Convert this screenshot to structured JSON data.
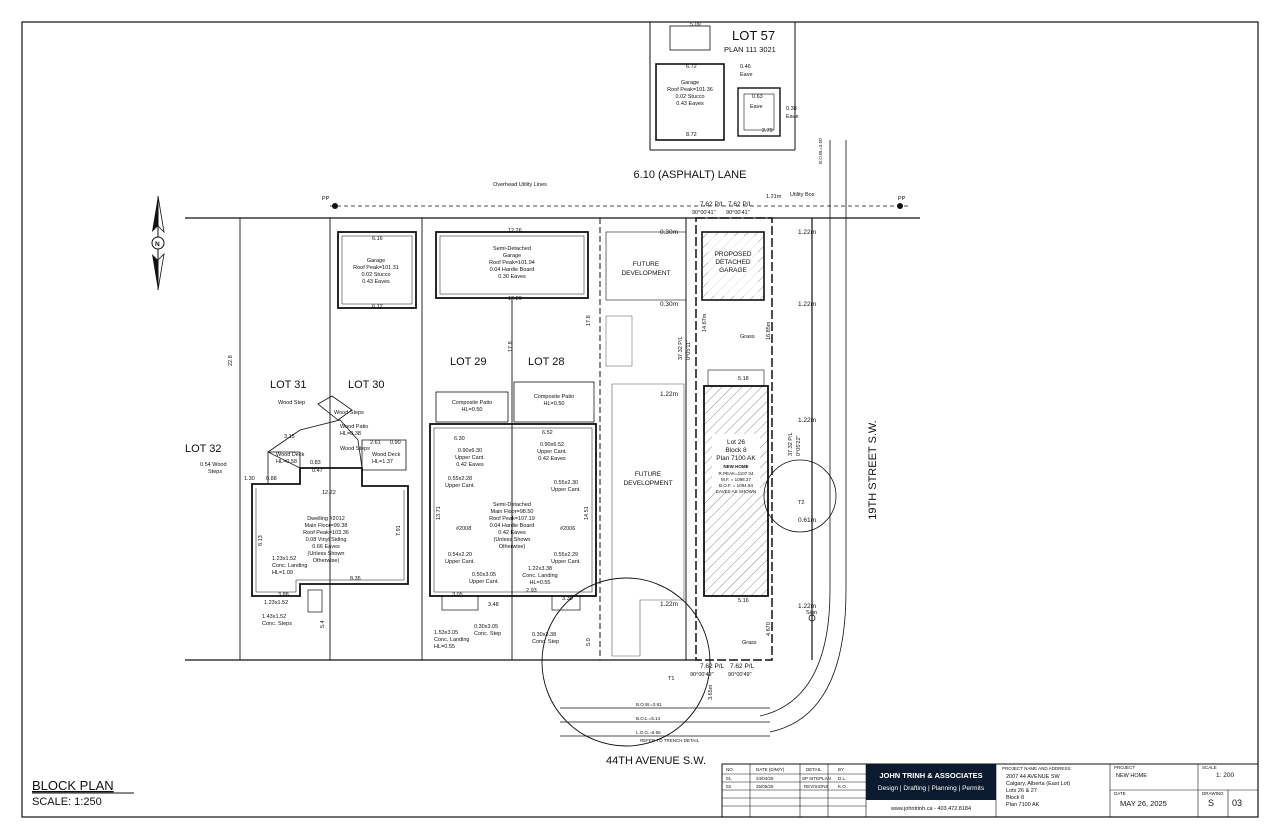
{
  "plan": {
    "title": "BLOCK PLAN",
    "scale": "SCALE: 1:250",
    "lane": "6.10 (ASPHALT) LANE",
    "avenue": "44TH AVENUE S.W.",
    "street": "19TH STREET S.W.",
    "overhead": "Overhead Utility Lines",
    "utility_box": "Utility Box",
    "sign": "Sign",
    "refer_trench": "REFER TO TRENCH DETAIL"
  },
  "lots": {
    "lot57": "LOT 57",
    "lot57_plan": "PLAN 111 3021",
    "lot32": "LOT 32",
    "lot31": "LOT 31",
    "lot30": "LOT 30",
    "lot29": "LOT 29",
    "lot28": "LOT 28",
    "lot26": [
      "Lot 26",
      "Block 8",
      "Plan 7100 AK"
    ],
    "new_home": "NEW HOME"
  },
  "buildings": {
    "garage57": [
      "Garage",
      "Roof Peak=101.36",
      "0.02 Stucco",
      "0.43 Eaves"
    ],
    "garage31": [
      "Garage",
      "Roof Peak=101.31",
      "0.02 Stucco",
      "0.43 Eaves"
    ],
    "garage29": [
      "Semi-Detached",
      "Garage",
      "Roof Peak=101.94",
      "0.04 Hardie Board",
      "0.30 Eaves"
    ],
    "dwelling2012": [
      "Dwelling #2012",
      "Main Floor=99.38",
      "Roof Peak=103.36",
      "0.08 Vinyl Siding",
      "0.66 Eaves",
      "(Unless Shown",
      "Otherwise)"
    ],
    "semi2008": [
      "Semi-Detached",
      "Main Floor=98.50",
      "Roof Peak=107.19",
      "0.04 Hardie Board",
      "0.42 Eaves",
      "(Unless Shown",
      "Otherwise)"
    ],
    "future_dev": [
      "FUTURE",
      "DEVELOPMENT"
    ],
    "proposed_garage": [
      "PROPOSED",
      "DETACHED",
      "GARAGE"
    ],
    "house2008a": "#2008",
    "house2006": "#2006",
    "proposed_info": [
      "R.PEAK=1107.04",
      "M.F. = 1098.37",
      "B.O.F. = 1094.84",
      "EAVES AS SHOWN"
    ]
  },
  "labels": {
    "wood_step": "Wood Step",
    "wood_steps": "Wood Steps",
    "wood_patio": "Wood Patio",
    "wood_patio_hl": "HL=0.38",
    "wood_deck_a": "Wood Deck",
    "wood_deck_a_hl": "HL=0.58",
    "wood_deck_b": "Wood Deck",
    "wood_deck_b_hl": "HL=1.37",
    "wood_steps_054": "0.54 Wood",
    "wood_steps_054b": "Steps",
    "comp_patio_a": "Composite Patio",
    "comp_patio_a_hl": "HL=0.50",
    "comp_patio_b": "Composite Patio",
    "comp_patio_b_hl": "HL=0.50",
    "upper_cant_a": [
      "0.90x6.30",
      "Upper Cant.",
      "0.42 Eaves"
    ],
    "upper_cant_b": [
      "0.90x6.52",
      "Upper Cant.",
      "0.42 Eaves"
    ],
    "upper_cant_c": [
      "0.55x2.28",
      "Upper Cant."
    ],
    "upper_cant_d": [
      "0.55x2.30",
      "Upper Cant."
    ],
    "upper_cant_e": [
      "0.54x2.20",
      "Upper Cant."
    ],
    "upper_cant_f": [
      "0.55x2.29",
      "Upper Cant."
    ],
    "upper_cant_g": [
      "0.50x3.05",
      "Upper Cant."
    ],
    "conc_landing_a": [
      "1.23x1.52",
      "Conc. Landing",
      "HL=1.09"
    ],
    "conc_landing_b": [
      "1.22x3.38",
      "Conc. Landing",
      "HL=0.55"
    ],
    "conc_landing_c": [
      "1.53x3.05",
      "Conc. Landing",
      "HL=0.55"
    ],
    "conc_steps_a": [
      "1.43x1.52",
      "Conc. Steps"
    ],
    "conc_steps_b": [
      "0.30x3.05",
      "Conc. Step"
    ],
    "conc_steps_c": [
      "0.30x3.38",
      "Conc. Step"
    ],
    "grass_a": "Grass",
    "grass_b": "Grass",
    "eave": "Eave",
    "pp": "PP"
  },
  "dims": {
    "pl_top_left": "7.62 P/L",
    "pl_top_left_ang": "90°00'41\"",
    "pl_top_right": "7.62 P/L",
    "pl_top_right_ang": "90°00'41\"",
    "pl_bot_left": "7.62 P/L",
    "pl_bot_left_ang": "90°00'49\"",
    "pl_bot_right": "7.62 P/L",
    "pl_bot_right_ang": "90°00'49\"",
    "side_left": "37.32 P/L",
    "side_left_ang": "0°05'11\"",
    "side_right": "37.32 P/L",
    "side_right_ang": "0°05'22\"",
    "setback_030a": "0.30m",
    "setback_030b": "0.30m",
    "setback_122a": "1.22m",
    "setback_122b": "1.22m",
    "setback_122c": "1.22m",
    "setback_122d": "1.22m",
    "setback_122e": "1.22m",
    "setback_122f": "1.22m",
    "setback_061": "0.61m",
    "setback_121": "1.21m",
    "d_1685": "16.85m",
    "d_1467": "14.67m",
    "d_4670": "4.670",
    "d_365": "3.65m",
    "d_1226a": "12.26",
    "d_1226b": "12.26",
    "d_616": "6.16",
    "d_612": "6.12",
    "d_672": "6.72",
    "d_872": "8.72",
    "d_630": "6.30",
    "d_652": "6.52",
    "d_1222": "12.22",
    "d_835": "8.35",
    "d_388": "3.88",
    "d_305": "3.05",
    "d_348": "3.48",
    "d_338": "3.38",
    "d_293": "2.93",
    "d_1371": "13.71",
    "d_1451": "14.51",
    "d_813": "8.13",
    "d_791": "7.91",
    "d_228": "22.8",
    "d_178a": "17.8",
    "d_178b": "17.8",
    "d_50": "5.0",
    "d_54": "5.4",
    "d_315": "3.15",
    "d_261": "2.61",
    "d_090": "0.90",
    "d_083": "0.83",
    "d_047": "0.47",
    "d_088": "0.88",
    "d_130": "1.30",
    "d_509": "5.09",
    "d_046": "0.46",
    "d_038": "0.38",
    "d_063": "0.63",
    "d_279": "2.79",
    "d_518": "5.18",
    "d_516": "5.16",
    "bow_a": "B.O.W.=3.81",
    "bow_b": "B.O.W.=3.50",
    "bol": "B.O.L.=5.14",
    "lok": "L.O.G.=5.56",
    "tree_a": "T2",
    "tree_b": "T1"
  },
  "titleblock": {
    "headers": [
      "NO.",
      "DATE (D/M/Y)",
      "DETAIL",
      "BY"
    ],
    "rows": [
      [
        "01.",
        "24/04/25",
        "SP SITEPLAN",
        "D.L."
      ],
      [
        "02.",
        "26/05/25",
        "REVISIONS",
        "K.O."
      ]
    ],
    "company": "JOHN TRINH & ASSOCIATES",
    "services": "Design | Drafting | Planning | Permits",
    "web": "www.johntrinh.ca - 403.472.8184",
    "project_label": "PROJECT NAME AND ADDRESS:",
    "address": [
      "2007 44 AVENUE SW",
      "Calgary, Alberta (East Lot)",
      "Lots 26 & 27",
      "Block 8",
      "Plan 7100 AK"
    ],
    "project_hdr": "PROJECT",
    "project": "NEW HOME",
    "scale_hdr": "SCALE",
    "scale": "1: 200",
    "date_hdr": "DATE",
    "date": "MAY 26, 2025",
    "drawing_hdr": "DRAWING",
    "sheet": "S",
    "sheet_no": "03"
  }
}
